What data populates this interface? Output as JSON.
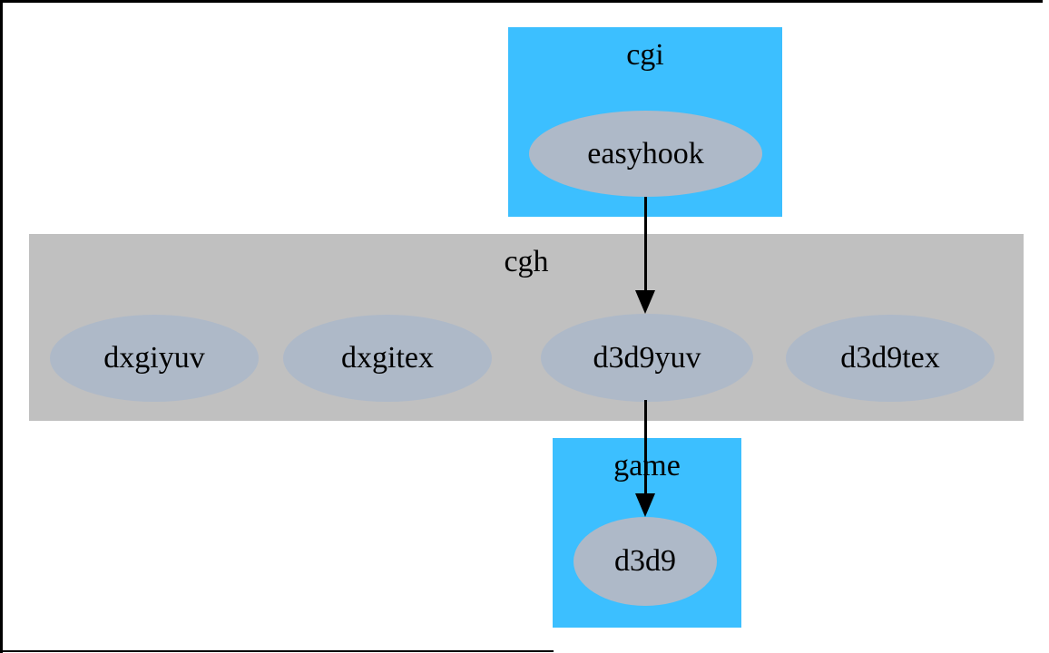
{
  "clusters": {
    "cgi": {
      "label": "cgi",
      "fill": "#3cbfff",
      "nodes": [
        "easyhook"
      ]
    },
    "cgh": {
      "label": "cgh",
      "fill": "#c0c0c0",
      "nodes": [
        "dxgiyuv",
        "dxgitex",
        "d3d9yuv",
        "d3d9tex"
      ]
    },
    "game": {
      "label": "game",
      "fill": "#3cbfff",
      "nodes": [
        "d3d9"
      ]
    }
  },
  "nodes": {
    "easyhook": {
      "label": "easyhook"
    },
    "dxgiyuv": {
      "label": "dxgiyuv"
    },
    "dxgitex": {
      "label": "dxgitex"
    },
    "d3d9yuv": {
      "label": "d3d9yuv"
    },
    "d3d9tex": {
      "label": "d3d9tex"
    },
    "d3d9": {
      "label": "d3d9"
    }
  },
  "edges": [
    {
      "from": "easyhook",
      "to": "d3d9yuv"
    },
    {
      "from": "d3d9yuv",
      "to": "d3d9"
    }
  ],
  "colors": {
    "background": "#ffffff",
    "frame": "#000000",
    "cluster_cgi": "#3cbfff",
    "cluster_cgh": "#c0c0c0",
    "cluster_game": "#3cbfff",
    "node_fill": "#aeb9c8",
    "edge": "#000000",
    "label_text": "#000000"
  }
}
